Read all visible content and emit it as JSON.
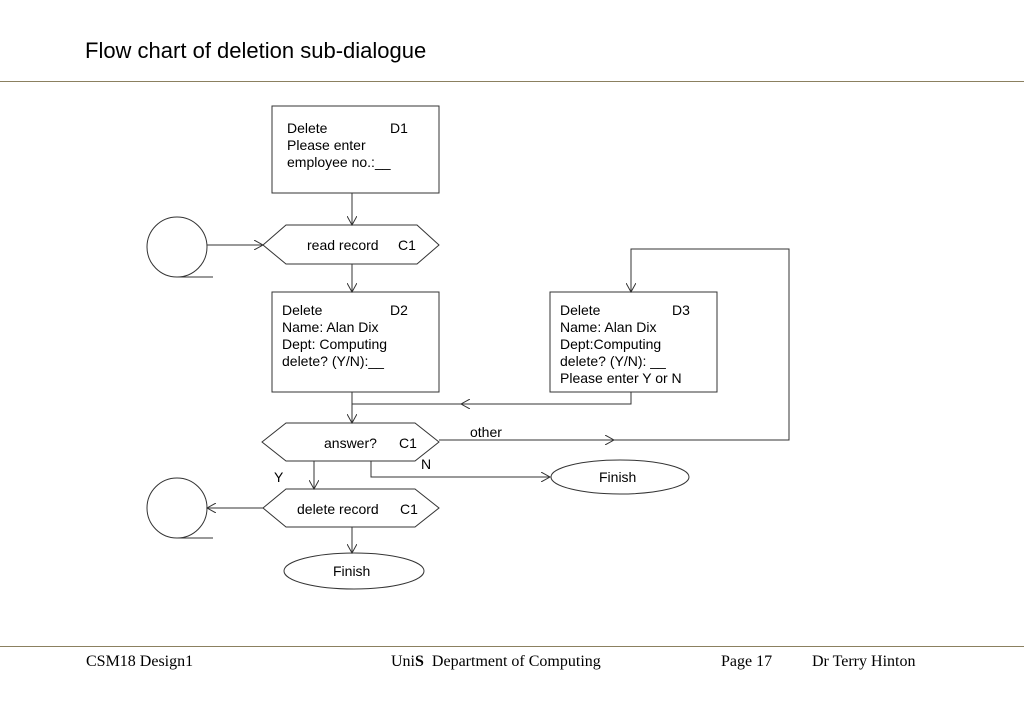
{
  "title": "Flow chart of deletion sub-dialogue",
  "boxes": {
    "d1": [
      "Delete",
      "D1",
      "Please enter",
      "employee no.:__"
    ],
    "d2": [
      "Delete",
      "D2",
      "Name: Alan Dix",
      "Dept: Computing",
      "delete? (Y/N):__"
    ],
    "d3": [
      "Delete",
      "D3",
      "Name: Alan Dix",
      "Dept:Computing",
      "delete? (Y/N): __",
      "Please enter Y or N"
    ]
  },
  "decisions": {
    "read": "read record",
    "read_code": "C1",
    "answer": "answer?",
    "answer_code": "C1",
    "delete": "delete record",
    "delete_code": "C1"
  },
  "terminals": {
    "finish_n": "Finish",
    "finish_end": "Finish"
  },
  "edge_labels": {
    "other": "other",
    "n": "N",
    "y": "Y"
  },
  "footer": {
    "course": "CSM18 Design1",
    "uni_prefix": "Uni",
    "uni_bold": "S",
    "department": "Department of Computing",
    "page": "Page 17",
    "author": "Dr Terry Hinton"
  },
  "colors": {
    "line": "#333333",
    "rule": "#8b8060"
  }
}
